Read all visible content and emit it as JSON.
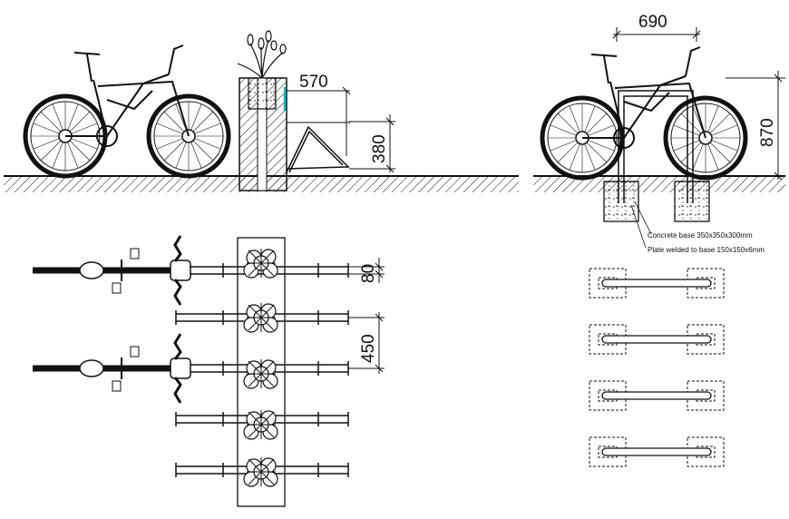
{
  "dimensions": {
    "planter_offset": "570",
    "rack_height": "380",
    "rack_spacing": "80",
    "bay_spacing": "450",
    "post_spacing": "690",
    "bike_height": "870"
  },
  "notes": {
    "concrete_base": "Concrete base 350x350x300mm",
    "base_plate": "Plate welded to base 150x150x6mm"
  },
  "colors": {
    "line": "#111111",
    "highlight": "#00bcd4",
    "background": "#ffffff"
  }
}
